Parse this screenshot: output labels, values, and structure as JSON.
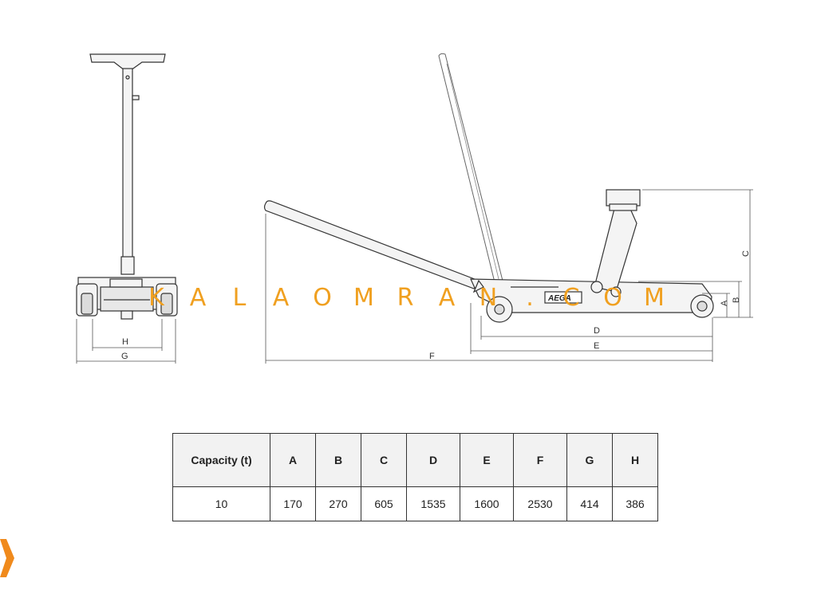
{
  "dimension_labels": {
    "h": "H",
    "g": "G",
    "a": "A",
    "b": "B",
    "c": "C",
    "d": "D",
    "e": "E",
    "f": "F"
  },
  "product_badge": "AEGA",
  "watermark": [
    "K",
    "A",
    "L",
    "A",
    "O",
    "M",
    "R",
    "A",
    "N",
    ".",
    "C",
    "O",
    "M"
  ],
  "table": {
    "headers": [
      "Capacity (t)",
      "A",
      "B",
      "C",
      "D",
      "E",
      "F",
      "G",
      "H"
    ],
    "row": [
      "10",
      "170",
      "270",
      "605",
      "1535",
      "1600",
      "2530",
      "414",
      "386"
    ]
  },
  "colors": {
    "watermark": "#f0a020",
    "logo": "#f08a1c",
    "line": "#333333"
  },
  "icons": {
    "corner": "brand-logo-icon"
  }
}
